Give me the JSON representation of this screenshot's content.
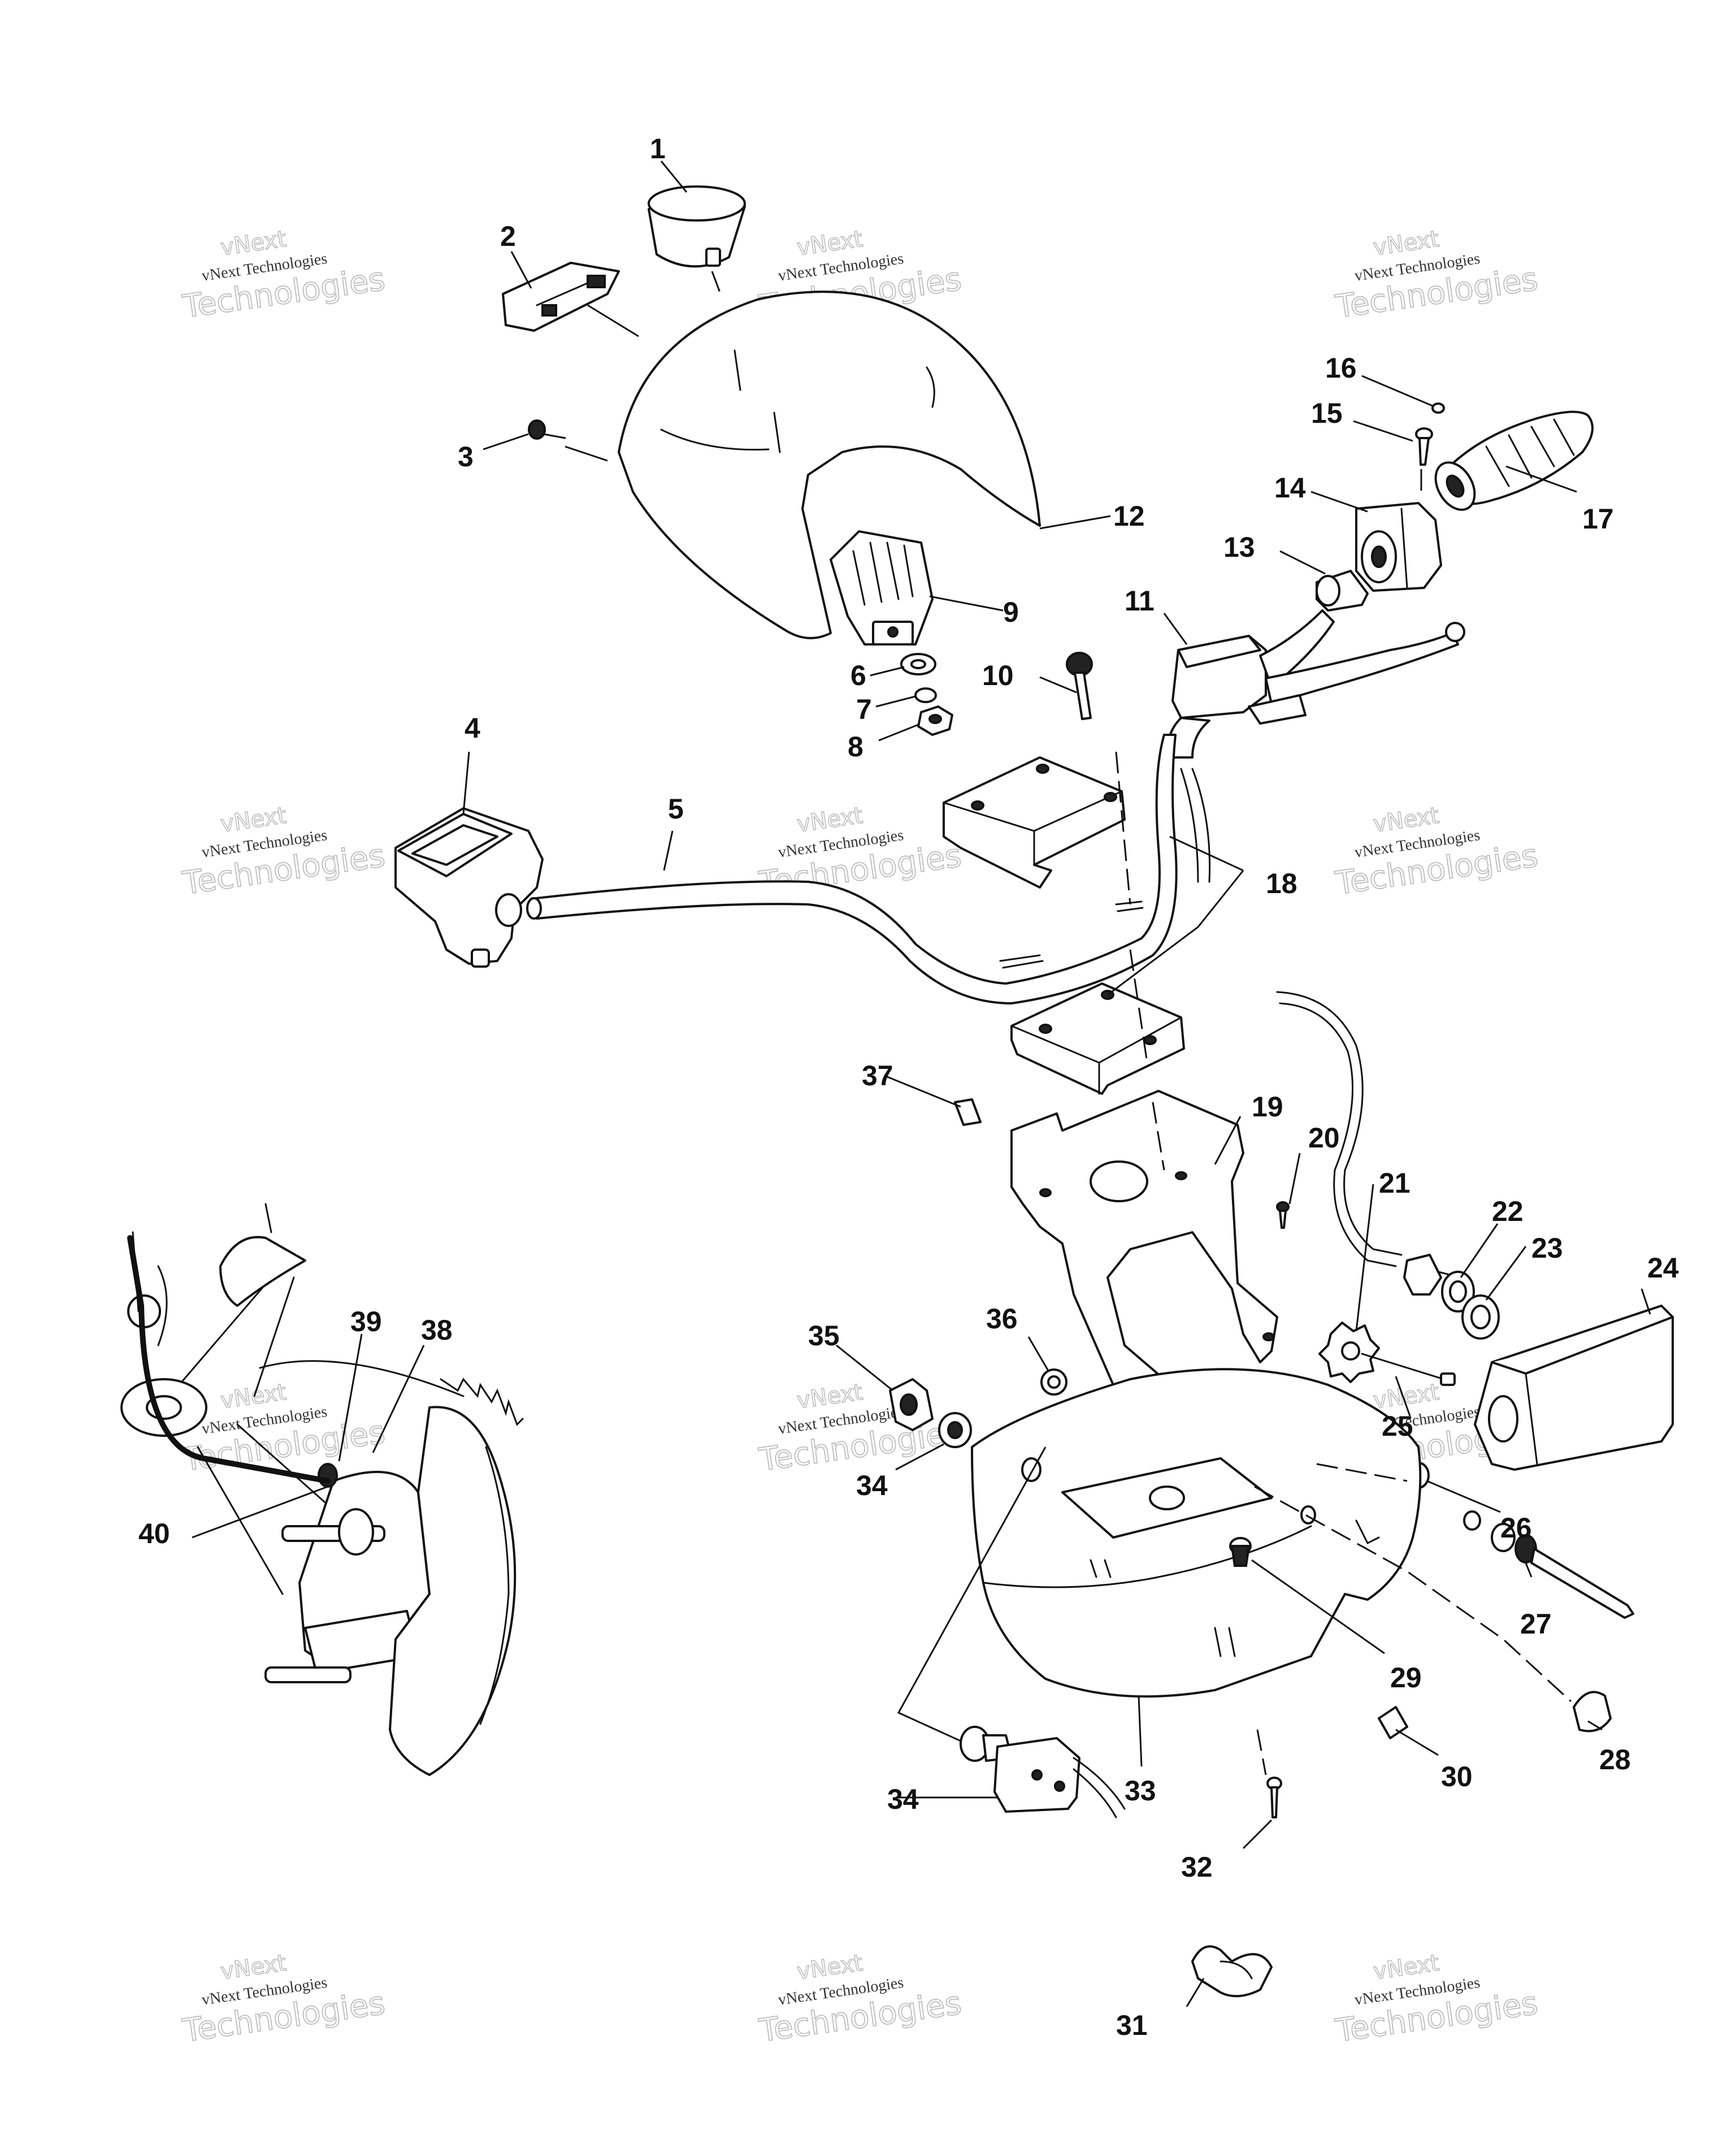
{
  "watermark": {
    "line1": "vNext",
    "line2": "vNext Technologies",
    "line3": "Technologies"
  },
  "callouts": [
    "1",
    "2",
    "3",
    "4",
    "5",
    "6",
    "7",
    "8",
    "9",
    "10",
    "11",
    "12",
    "13",
    "14",
    "15",
    "16",
    "17",
    "18",
    "19",
    "20",
    "21",
    "22",
    "23",
    "24",
    "25",
    "26",
    "27",
    "28",
    "29",
    "30",
    "31",
    "32",
    "33",
    "34",
    "34",
    "35",
    "36",
    "37",
    "38",
    "39",
    "40"
  ]
}
